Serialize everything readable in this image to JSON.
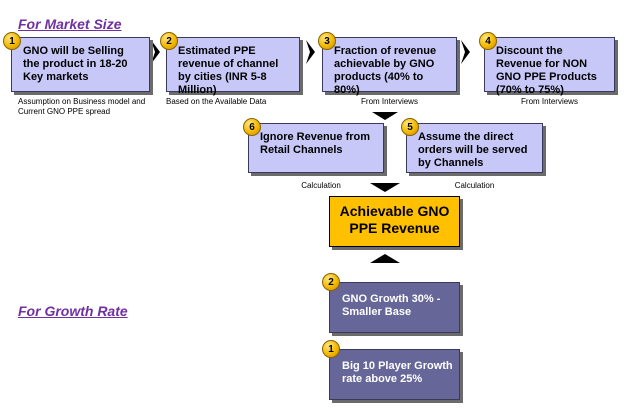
{
  "headings": {
    "market_size": "For Market Size",
    "growth_rate": "For Growth Rate"
  },
  "steps": {
    "s1": {
      "num": "1",
      "text": "GNO will be Selling the product in 18-20 Key markets",
      "note": "Assumption on Business model and Current GNO PPE spread"
    },
    "s2": {
      "num": "2",
      "text": "Estimated PPE revenue of channel by cities (INR 5-8 Million)",
      "note": "Based on the Available Data"
    },
    "s3": {
      "num": "3",
      "text": "Fraction of revenue achievable by GNO products (40% to 80%)",
      "note": "From Interviews"
    },
    "s4": {
      "num": "4",
      "text": "Discount the Revenue for NON GNO PPE Products (70% to 75%)",
      "note": "From Interviews"
    },
    "s5": {
      "num": "5",
      "text": "Assume the direct orders will be served by Channels",
      "note": "Calculation"
    },
    "s6": {
      "num": "6",
      "text": "Ignore Revenue from Retail Channels",
      "note": "Calculation"
    }
  },
  "result": {
    "text": "Achievable GNO PPE Revenue"
  },
  "growth": {
    "g2": {
      "num": "2",
      "text": "GNO Growth 30% - Smaller Base"
    },
    "g1": {
      "num": "1",
      "text": "Big 10 Player Growth rate above 25%"
    }
  }
}
